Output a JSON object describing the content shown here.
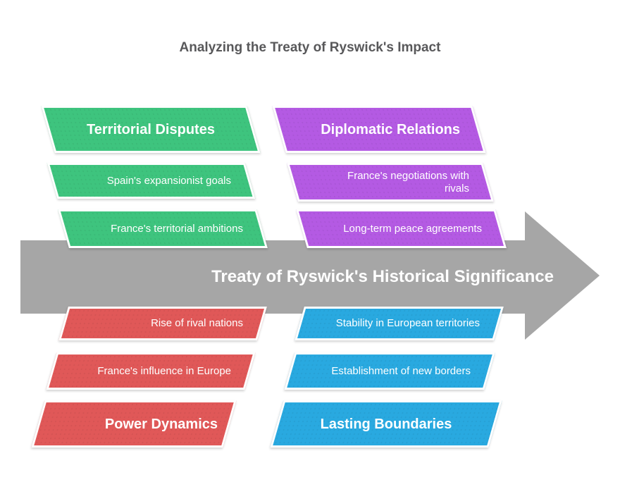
{
  "title": "Analyzing the Treaty of Ryswick's Impact",
  "arrow": {
    "label": "Treaty of Ryswick's Historical Significance",
    "color": "#a6a6a6"
  },
  "palette": {
    "green": "#3ec47e",
    "purple": "#b45ae3",
    "red": "#e05858",
    "blue": "#29a9e0",
    "arrow_gray": "#a6a6a6",
    "title_text": "#58585a"
  },
  "branches": {
    "territorial_disputes": {
      "header": "Territorial Disputes",
      "color": "#3ec47e",
      "items": [
        "Spain's expansionist goals",
        "France's territorial ambitions"
      ]
    },
    "diplomatic_relations": {
      "header": "Diplomatic Relations",
      "color": "#b45ae3",
      "items": [
        "France's negotiations with rivals",
        "Long-term peace agreements"
      ]
    },
    "power_dynamics": {
      "header": "Power Dynamics",
      "color": "#e05858",
      "items": [
        "Rise of rival nations",
        "France's influence in Europe"
      ]
    },
    "lasting_boundaries": {
      "header": "Lasting Boundaries",
      "color": "#29a9e0",
      "items": [
        "Stability in European territories",
        "Establishment of new borders"
      ]
    }
  }
}
